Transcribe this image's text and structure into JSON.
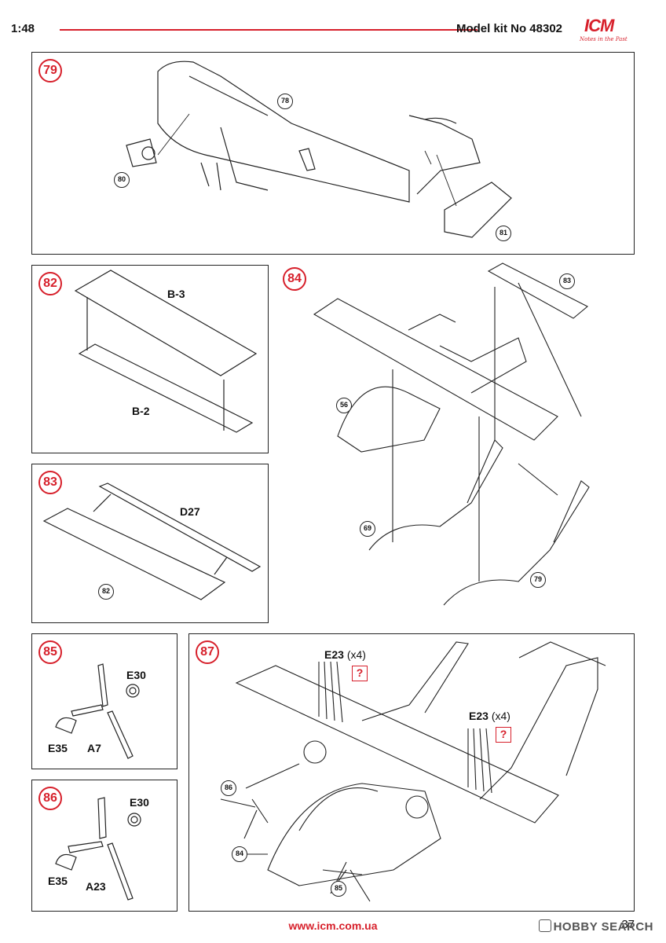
{
  "header": {
    "scale": "1:48",
    "kit": "Model kit No 48302",
    "logo_text": "ICM",
    "logo_tagline": "Notes in the Past"
  },
  "steps": {
    "s79": {
      "num": "79",
      "refs": [
        "78",
        "80",
        "81"
      ]
    },
    "s82": {
      "num": "82",
      "labels": [
        "B-3",
        "B-2"
      ]
    },
    "s83": {
      "num": "83",
      "labels": [
        "D27"
      ],
      "refs": [
        "82"
      ]
    },
    "s84": {
      "num": "84",
      "refs": [
        "83",
        "56",
        "69",
        "79"
      ]
    },
    "s85": {
      "num": "85",
      "labels": [
        "E30",
        "E35",
        "A7"
      ]
    },
    "s86": {
      "num": "86",
      "labels": [
        "E30",
        "E35",
        "A23"
      ]
    },
    "s87": {
      "num": "87",
      "part": "E23",
      "qty": "(x4)",
      "warn": "?",
      "refs": [
        "86",
        "84",
        "85"
      ]
    }
  },
  "footer": {
    "url": "www.icm.com.ua",
    "page": "37",
    "watermark": "HOBBY SEARCH"
  },
  "colors": {
    "accent": "#d7202b",
    "line": "#222222"
  }
}
